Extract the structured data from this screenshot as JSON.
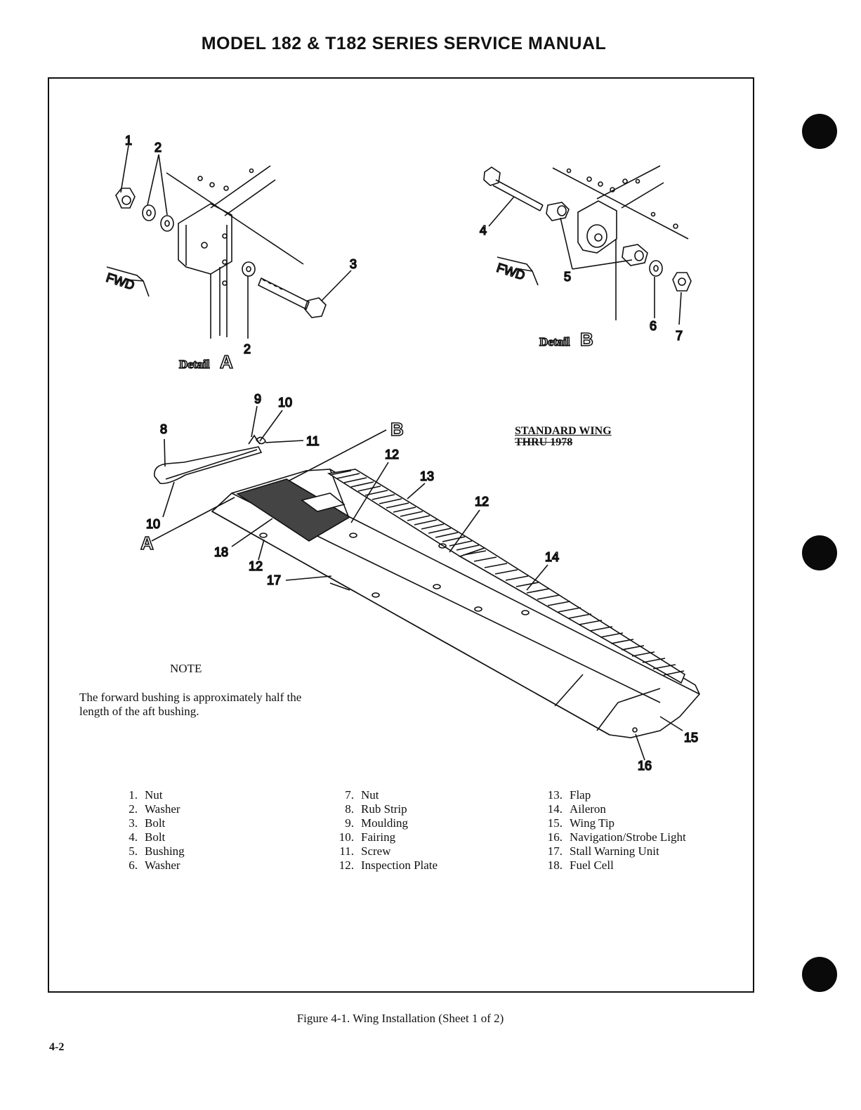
{
  "header": "MODEL 182 & T182 SERIES SERVICE MANUAL",
  "details": {
    "a_label": "Detail",
    "a_letter": "A",
    "b_label": "Detail",
    "b_letter": "B",
    "fwd": "FWD"
  },
  "callouts": {
    "c1": "1",
    "c2": "2",
    "c3": "3",
    "c4": "4",
    "c5": "5",
    "c6": "6",
    "c7": "7",
    "c8": "8",
    "c9": "9",
    "c10": "10",
    "c11": "11",
    "c12": "12",
    "c13": "13",
    "c14": "14",
    "c15": "15",
    "c16": "16",
    "c17": "17",
    "c18": "18",
    "ref_a": "A",
    "ref_b": "B"
  },
  "wing_caption": {
    "line1": "STANDARD WING",
    "line2": "THRU 1978"
  },
  "note": {
    "title": "NOTE",
    "body": "The forward bushing is approximately half the length of the aft bushing."
  },
  "legend": {
    "col1": [
      {
        "n": "1.",
        "t": "Nut"
      },
      {
        "n": "2.",
        "t": "Washer"
      },
      {
        "n": "3.",
        "t": "Bolt"
      },
      {
        "n": "4.",
        "t": "Bolt"
      },
      {
        "n": "5.",
        "t": "Bushing"
      },
      {
        "n": "6.",
        "t": "Washer"
      }
    ],
    "col2": [
      {
        "n": "7.",
        "t": "Nut"
      },
      {
        "n": "8.",
        "t": "Rub Strip"
      },
      {
        "n": "9.",
        "t": "Moulding"
      },
      {
        "n": "10.",
        "t": "Fairing"
      },
      {
        "n": "11.",
        "t": "Screw"
      },
      {
        "n": "12.",
        "t": "Inspection Plate"
      }
    ],
    "col3": [
      {
        "n": "13.",
        "t": "Flap"
      },
      {
        "n": "14.",
        "t": "Aileron"
      },
      {
        "n": "15.",
        "t": "Wing Tip"
      },
      {
        "n": "16.",
        "t": "Navigation/Strobe Light"
      },
      {
        "n": "17.",
        "t": "Stall Warning Unit"
      },
      {
        "n": "18.",
        "t": "Fuel Cell"
      }
    ]
  },
  "figure_caption": "Figure 4-1.  Wing Installation (Sheet 1 of 2)",
  "page_number": "4-2"
}
